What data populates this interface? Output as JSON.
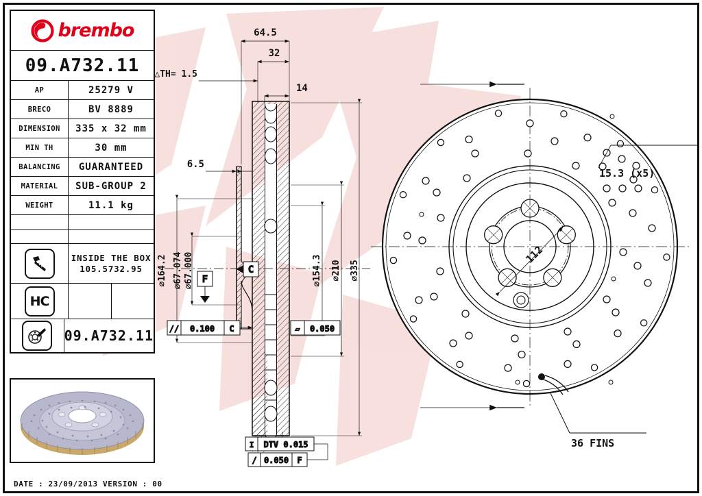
{
  "document": {
    "brand": "brembo",
    "part_number": "09.A732.11",
    "date_line": "DATE : 23/09/2013 VERSION : 00"
  },
  "spec_table": {
    "rows": [
      {
        "label": "AP",
        "value": "25279  V"
      },
      {
        "label": "BRECO",
        "value": "BV  8889"
      },
      {
        "label": "DIMENSION",
        "value": "335 x 32 mm"
      },
      {
        "label": "MIN TH",
        "value": "30  mm"
      },
      {
        "label": "BALANCING",
        "value": "GUARANTEED"
      },
      {
        "label": "MATERIAL",
        "value": "SUB-GROUP 2"
      },
      {
        "label": "WEIGHT",
        "value": "11.1  kg"
      }
    ],
    "inside_box": {
      "icon": "screw-icon",
      "line1": "INSIDE THE BOX",
      "line2": "105.5732.95"
    },
    "hc_badge": {
      "icon": "hc-icon",
      "label": "HC"
    },
    "disc_row": {
      "icon": "brake-disc-icon",
      "value": "09.A732.11"
    }
  },
  "section_view": {
    "dims": {
      "overall_width": "64.5",
      "pad_width": "32",
      "vane_width": "14",
      "delta_th": "△TH= 1.5",
      "hat_step": "6.5",
      "outer_hat_dia": "⌀164.2",
      "bore_dia_max": "⌀67.074",
      "bore_dia_min": "⌀67.000",
      "bolt_face_dia": "⌀154.3",
      "inner_disc_dia": "⌀210",
      "outer_disc_dia": "⌀335"
    },
    "datums": [
      "F",
      "C"
    ],
    "tolerances": {
      "parallelism": {
        "symbol": "//",
        "value": "0.100",
        "datum": "C"
      },
      "flatness": {
        "symbol": "▱",
        "value": "0.050",
        "datum": ""
      },
      "dtv": {
        "symbol": "I",
        "value": "DTV 0.015",
        "datum": ""
      },
      "runout": {
        "symbol": "/",
        "value": "0.050",
        "datum": "F"
      }
    }
  },
  "face_view": {
    "hole_callout": "15.3 (x5)",
    "bolt_circle": "112",
    "fins_callout": "36 FINS"
  },
  "colors": {
    "brand_red": "#e1001a",
    "line": "#111111",
    "watermark": "#f6dcda",
    "photo_disc": "#b9b9cf",
    "photo_fin": "#c8b88a"
  }
}
